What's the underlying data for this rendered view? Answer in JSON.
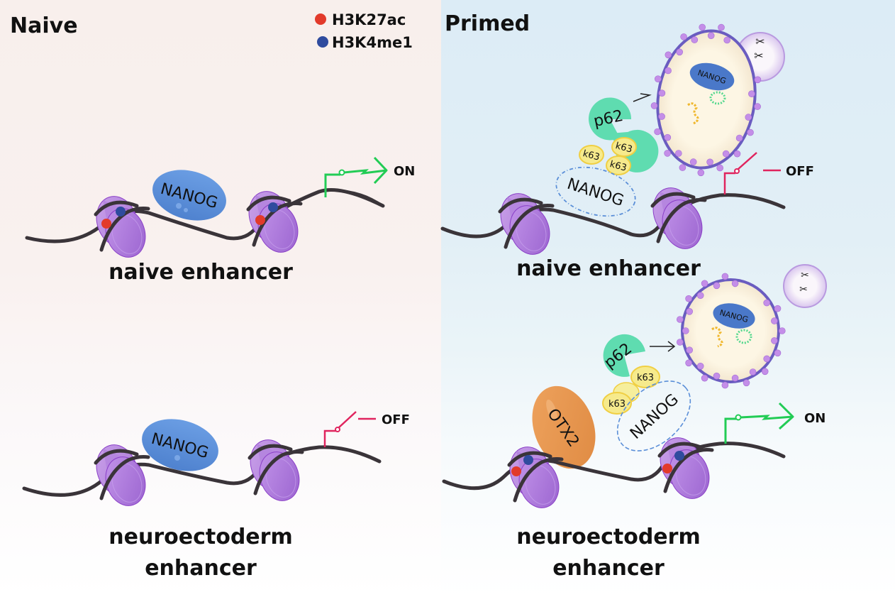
{
  "panels": {
    "naive": {
      "title": "Naive"
    },
    "primed": {
      "title": "Primed"
    }
  },
  "legend": [
    {
      "label": "H3K27ac",
      "color": "#e23a2b"
    },
    {
      "label": "H3K4me1",
      "color": "#2f4b9e"
    }
  ],
  "colors": {
    "nucleosome": "#b07fd8",
    "nucleosome_edge": "#8a3fc7",
    "dna": "#3a3439",
    "nanog": "#5b8fd8",
    "otx2": "#e8964e",
    "p62": "#5fdcb0",
    "k63": "#f6ea8c",
    "k63_edge": "#f0cf43",
    "switch_on": "#22cc55",
    "switch_off": "#e0245e",
    "autophagosome_fill": "#fdf3dc",
    "autophagosome_edge": "#6a5cc0",
    "receptor_dots": "#c48ee8"
  },
  "scenes": {
    "naive_enhancer_naive": {
      "caption": "naive enhancer",
      "protein": "NANOG",
      "state": "ON",
      "marks": true
    },
    "neuro_enhancer_naive": {
      "caption_line1": "neuroectoderm",
      "caption_line2": "enhancer",
      "protein": "NANOG",
      "state": "OFF",
      "marks": false
    },
    "naive_enhancer_primed": {
      "caption": "naive enhancer",
      "released_protein": "NANOG",
      "adaptor": "p62",
      "ubiquitin": [
        "k63",
        "k63",
        "k63"
      ],
      "autophagosome_cargo": "NANOG",
      "state": "OFF",
      "marks": false
    },
    "neuro_enhancer_primed": {
      "caption_line1": "neuroectoderm",
      "caption_line2": "enhancer",
      "bound_protein": "OTX2",
      "released_protein": "NANOG",
      "adaptor": "p62",
      "ubiquitin": [
        "k63",
        "k63"
      ],
      "autophagosome_cargo": "NANOG",
      "state": "ON",
      "marks": true
    }
  }
}
